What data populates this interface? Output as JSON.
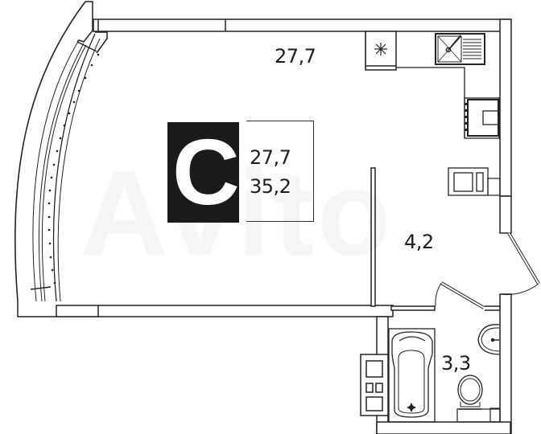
{
  "floor_plan": {
    "apartment_type_letter": "C",
    "living_area": "27,7",
    "total_area": "35,2",
    "rooms": [
      {
        "name": "living-kitchen",
        "area": "27,7"
      },
      {
        "name": "hallway",
        "area": "4,2"
      },
      {
        "name": "bathroom",
        "area": "3,3"
      }
    ],
    "fixtures": [
      "refrigerator",
      "sink",
      "stove",
      "microwave",
      "bathtub",
      "washbasin",
      "toilet",
      "utility-panel",
      "entrance-door",
      "bathroom-door",
      "curved-window"
    ]
  },
  "watermark": {
    "text": "Avito"
  },
  "colors": {
    "wall": "#222222",
    "badge": "#1b1b1b",
    "background": "#ffffff"
  }
}
